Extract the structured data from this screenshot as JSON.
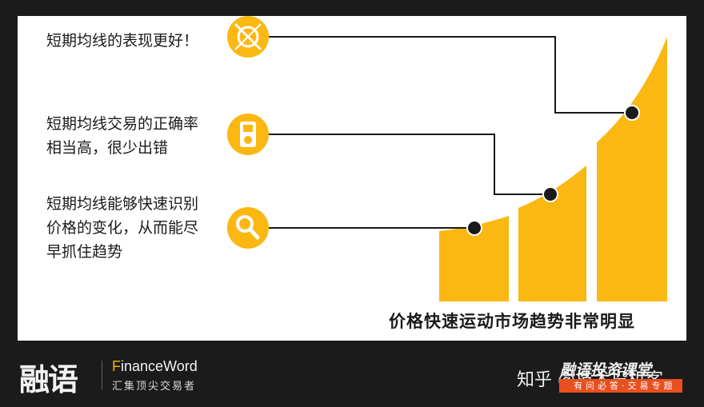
{
  "points": [
    {
      "text": "短期均线的表现更好！",
      "icon": "compass-icon"
    },
    {
      "text": "短期均线交易的正确率\n相当高，很少出错",
      "icon": "ipod-icon"
    },
    {
      "text": "短期均线能够快速识别\n价格的变化，从而能尽\n早抓住趋势",
      "icon": "magnifier-icon"
    }
  ],
  "caption": "价格快速运动市场趋势非常明显",
  "colors": {
    "accent": "#fbb812",
    "dark": "#1b1b1b"
  },
  "footer": {
    "logo": "融语",
    "brand_en_accent": "F",
    "brand_en_rest": "inanceWord",
    "brand_cn": "汇集顶尖交易者",
    "zhihu": "知乎 @技术投机客",
    "wm_title": "融语投资课堂",
    "wm_sub": "有问必答·交易专题"
  }
}
